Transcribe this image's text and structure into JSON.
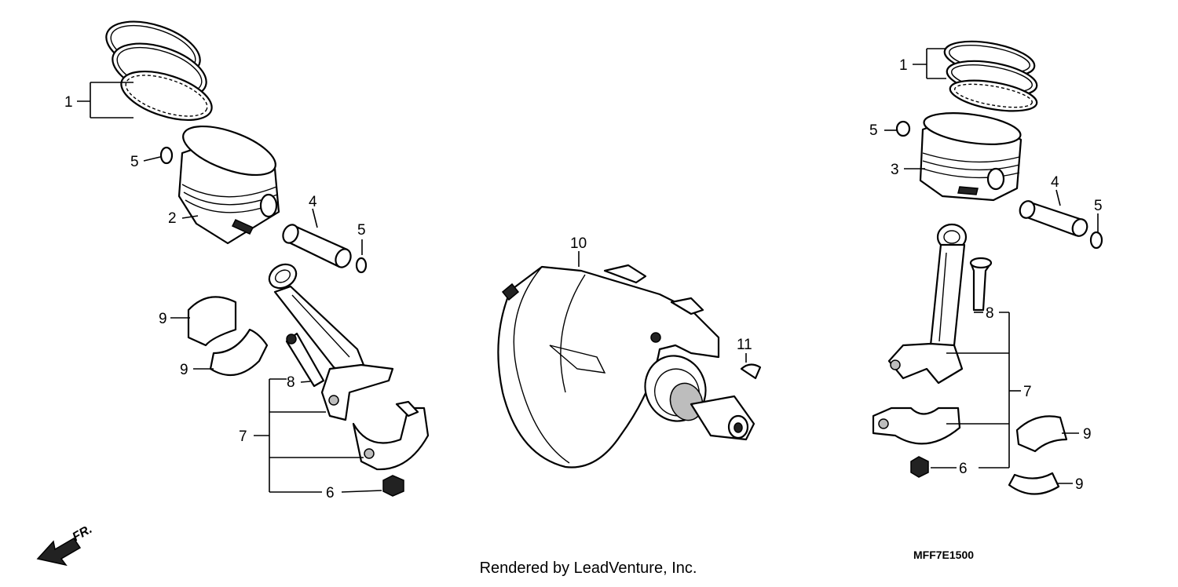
{
  "callouts": {
    "l_1": "1",
    "l_5a": "5",
    "l_2": "2",
    "l_4": "4",
    "l_5b": "5",
    "l_9a": "9",
    "l_9b": "9",
    "l_8": "8",
    "l_7": "7",
    "l_6": "6",
    "c_10": "10",
    "c_11": "11",
    "r_1": "1",
    "r_5a": "5",
    "r_3": "3",
    "r_4": "4",
    "r_5b": "5",
    "r_8": "8",
    "r_7": "7",
    "r_9a": "9",
    "r_9b": "9",
    "r_6": "6"
  },
  "direction_label": "FR.",
  "diagram_code": "MFF7E1500",
  "footer_text": "Rendered by LeadVenture, Inc."
}
